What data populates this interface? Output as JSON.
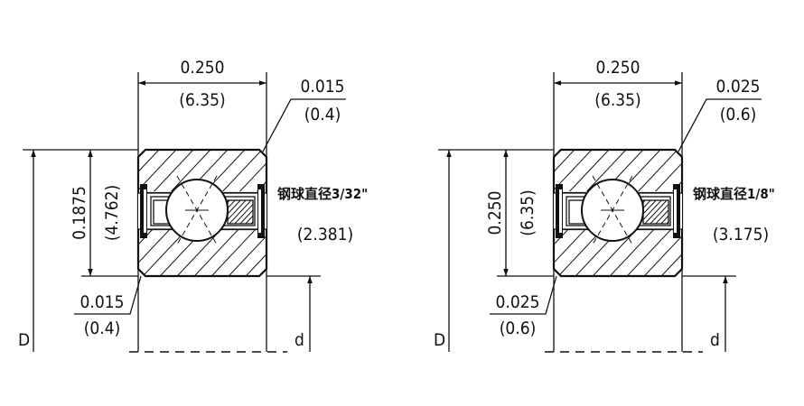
{
  "drawings": [
    {
      "width_in": "0.250",
      "width_mm": "(6.35)",
      "chamfer_top_in": "0.015",
      "chamfer_top_mm": "(0.4)",
      "height_in": "0.1875",
      "height_mm": "(4.762)",
      "chamfer_bottom_in": "0.015",
      "chamfer_bottom_mm": "(0.4)",
      "ball_label": "钢球直径3/32\"",
      "ball_mm": "(2.381)",
      "outer_label": "D",
      "inner_label": "d"
    },
    {
      "width_in": "0.250",
      "width_mm": "(6.35)",
      "chamfer_top_in": "0.025",
      "chamfer_top_mm": "(0.6)",
      "height_in": "0.250",
      "height_mm": "(6.35)",
      "chamfer_bottom_in": "0.025",
      "chamfer_bottom_mm": "(0.6)",
      "ball_label": "钢球直径1/8\"",
      "ball_mm": "(3.175)",
      "outer_label": "D",
      "inner_label": "d"
    }
  ]
}
